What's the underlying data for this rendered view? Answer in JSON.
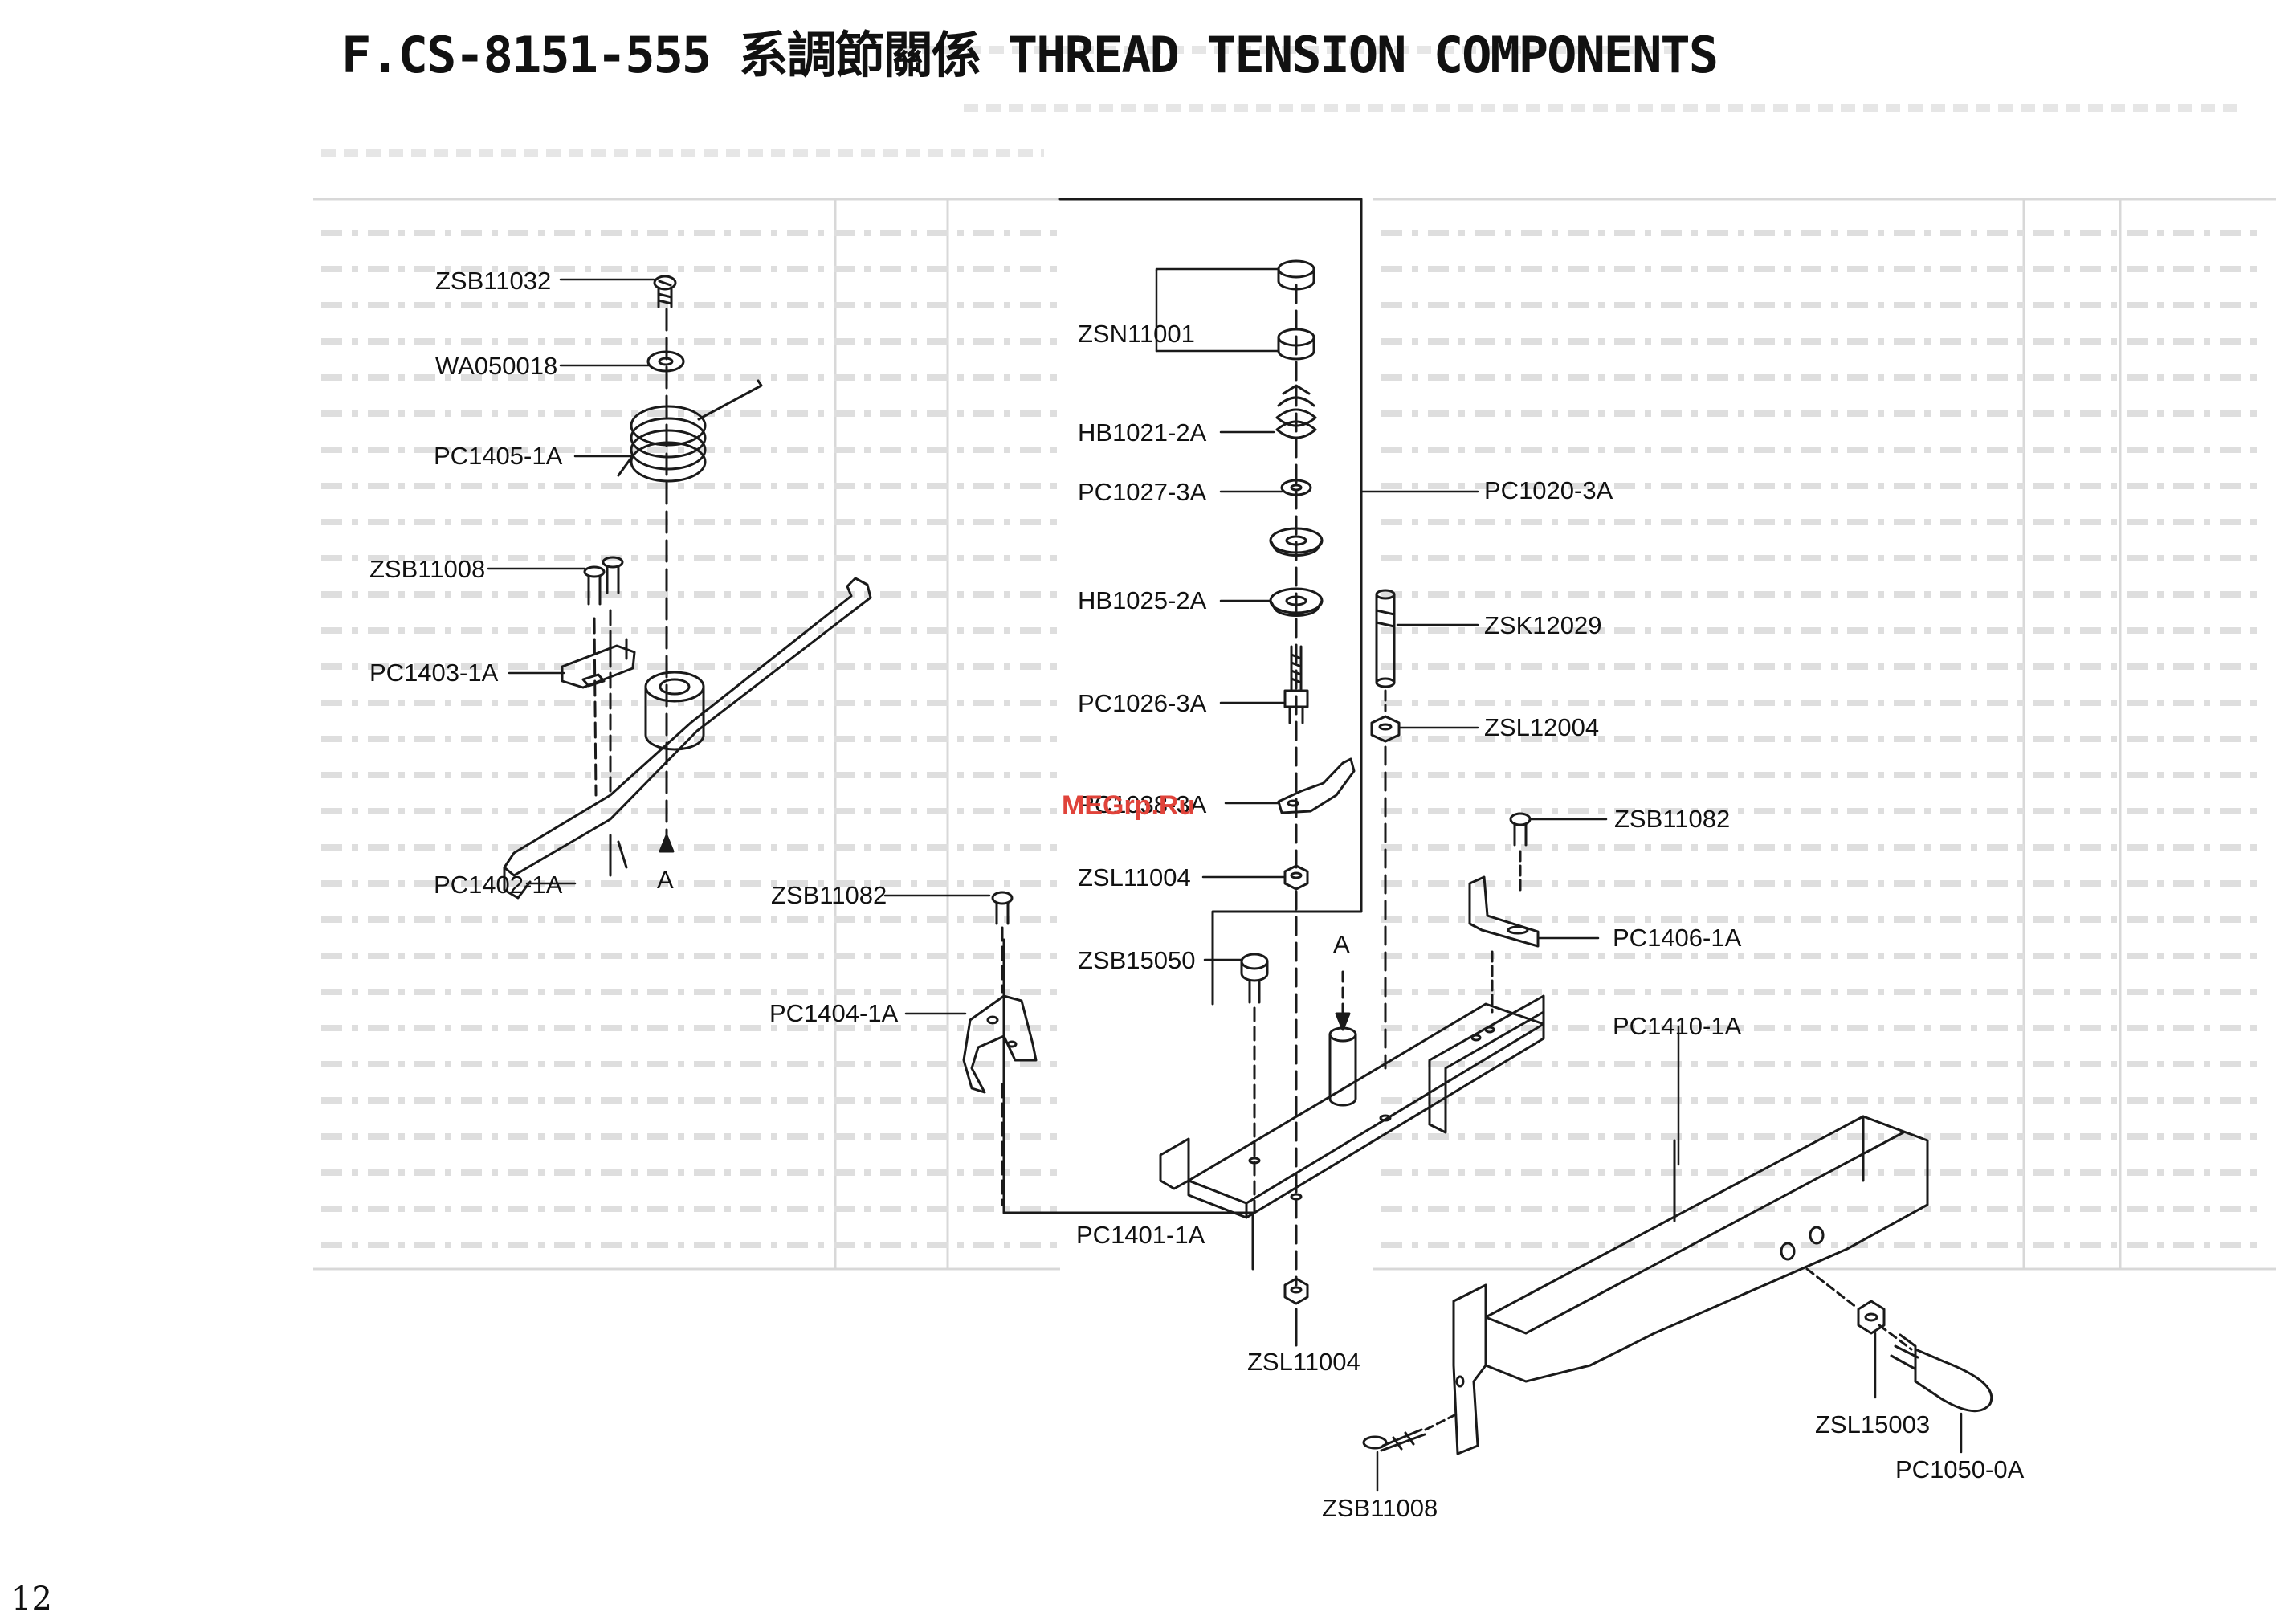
{
  "header": {
    "title": "F.CS-8151-555 系調節關係 THREAD TENSION COMPONENTS",
    "page_number": "12"
  },
  "watermark": "MEGrp.Ru",
  "section_marker": "A",
  "parts": [
    {
      "id": "ZSB11032"
    },
    {
      "id": "WA050018"
    },
    {
      "id": "PC1405-1A"
    },
    {
      "id": "ZSB11008"
    },
    {
      "id": "PC1403-1A"
    },
    {
      "id": "PC1402-1A"
    },
    {
      "id": "ZSN11001"
    },
    {
      "id": "HB1021-2A"
    },
    {
      "id": "PC1027-3A"
    },
    {
      "id": "HB1025-2A"
    },
    {
      "id": "PC1026-3A"
    },
    {
      "id": "PC1038-3A"
    },
    {
      "id": "ZSL11004"
    },
    {
      "id": "ZSB11082"
    },
    {
      "id": "PC1404-1A"
    },
    {
      "id": "ZSB15050"
    },
    {
      "id": "PC1401-1A"
    },
    {
      "id": "ZSL11004"
    },
    {
      "id": "PC1020-3A"
    },
    {
      "id": "ZSK12029"
    },
    {
      "id": "ZSL12004"
    },
    {
      "id": "ZSB11082"
    },
    {
      "id": "PC1406-1A"
    },
    {
      "id": "PC1410-1A"
    },
    {
      "id": "ZSL15003"
    },
    {
      "id": "PC1050-0A"
    },
    {
      "id": "ZSB11008"
    }
  ]
}
